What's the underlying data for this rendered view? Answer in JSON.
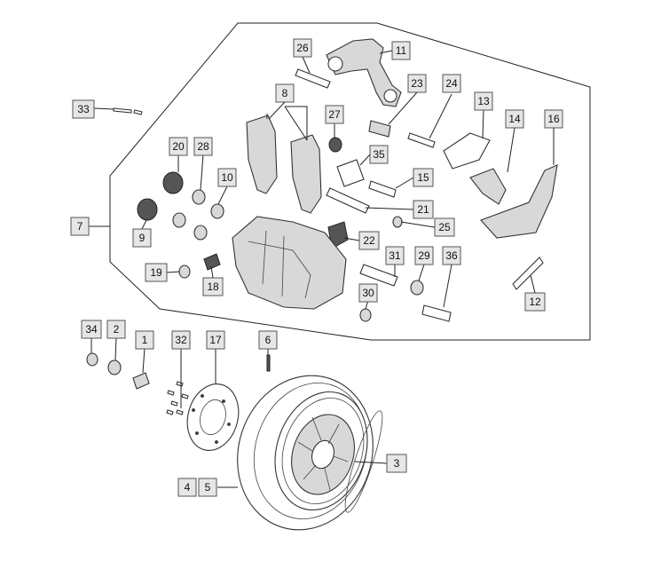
{
  "diagram": {
    "parts": [
      {
        "id": "26",
        "label": "26"
      },
      {
        "id": "11",
        "label": "11"
      },
      {
        "id": "8",
        "label": "8"
      },
      {
        "id": "23",
        "label": "23"
      },
      {
        "id": "24",
        "label": "24"
      },
      {
        "id": "13",
        "label": "13"
      },
      {
        "id": "33",
        "label": "33"
      },
      {
        "id": "27",
        "label": "27"
      },
      {
        "id": "14",
        "label": "14"
      },
      {
        "id": "16",
        "label": "16"
      },
      {
        "id": "20",
        "label": "20"
      },
      {
        "id": "28",
        "label": "28"
      },
      {
        "id": "35",
        "label": "35"
      },
      {
        "id": "10",
        "label": "10"
      },
      {
        "id": "15",
        "label": "15"
      },
      {
        "id": "7",
        "label": "7"
      },
      {
        "id": "21",
        "label": "21"
      },
      {
        "id": "25",
        "label": "25"
      },
      {
        "id": "9",
        "label": "9"
      },
      {
        "id": "22",
        "label": "22"
      },
      {
        "id": "31",
        "label": "31"
      },
      {
        "id": "29",
        "label": "29"
      },
      {
        "id": "36",
        "label": "36"
      },
      {
        "id": "19",
        "label": "19"
      },
      {
        "id": "18",
        "label": "18"
      },
      {
        "id": "12",
        "label": "12"
      },
      {
        "id": "30",
        "label": "30"
      },
      {
        "id": "34",
        "label": "34"
      },
      {
        "id": "2",
        "label": "2"
      },
      {
        "id": "1",
        "label": "1"
      },
      {
        "id": "32",
        "label": "32"
      },
      {
        "id": "17",
        "label": "17"
      },
      {
        "id": "6",
        "label": "6"
      },
      {
        "id": "3",
        "label": "3"
      },
      {
        "id": "4",
        "label": "4"
      },
      {
        "id": "5",
        "label": "5"
      }
    ]
  }
}
